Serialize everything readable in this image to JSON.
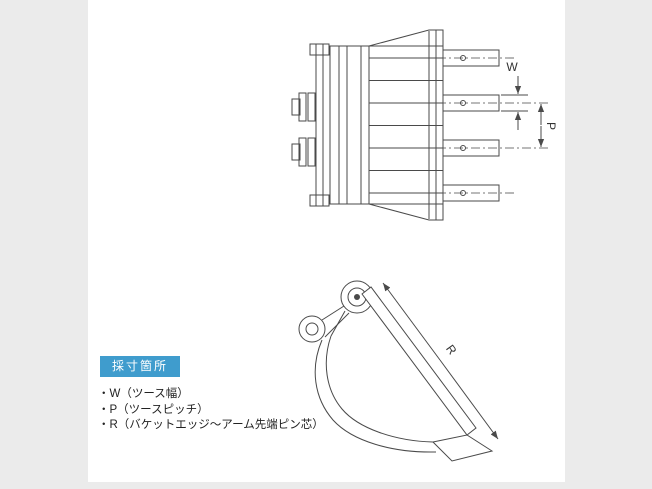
{
  "page": {
    "background": "#ebebeb",
    "panel_background": "#ffffff"
  },
  "badge": {
    "label": "採寸箇所",
    "background": "#3f9ccd",
    "color": "#ffffff"
  },
  "legend": {
    "items": [
      "・W（ツース幅）",
      "・P（ツースピッチ）",
      "・R（バケットエッジ〜アーム先端ピン芯）"
    ]
  },
  "dimensions": {
    "w_label": "W",
    "p_label": "P",
    "r_label": "R"
  }
}
